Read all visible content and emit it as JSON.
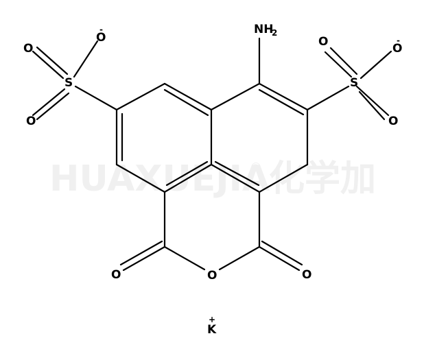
{
  "watermark": {
    "text": "HUAXUEJIA",
    "registered": "®",
    "cjk": "化学加"
  },
  "atoms": {
    "amine": {
      "symbol": "NH",
      "sub": "2"
    },
    "sulfur_left": "S",
    "sulfur_right": "S",
    "o_left_anion": {
      "symbol": "O",
      "charge": "-"
    },
    "o_left_top": "O",
    "o_left_bottom": "O",
    "o_right_anion": {
      "symbol": "O",
      "charge": "-"
    },
    "o_right_top": "O",
    "o_right_bottom": "O",
    "o_ring": "O",
    "o_carbonyl_left": "O",
    "o_carbonyl_right": "O",
    "counter_ion": {
      "symbol": "K",
      "charge": "+"
    }
  },
  "colors": {
    "bond": "#000000",
    "atom_text": "#000000",
    "watermark": "#f0f0f0",
    "background": "#ffffff"
  }
}
